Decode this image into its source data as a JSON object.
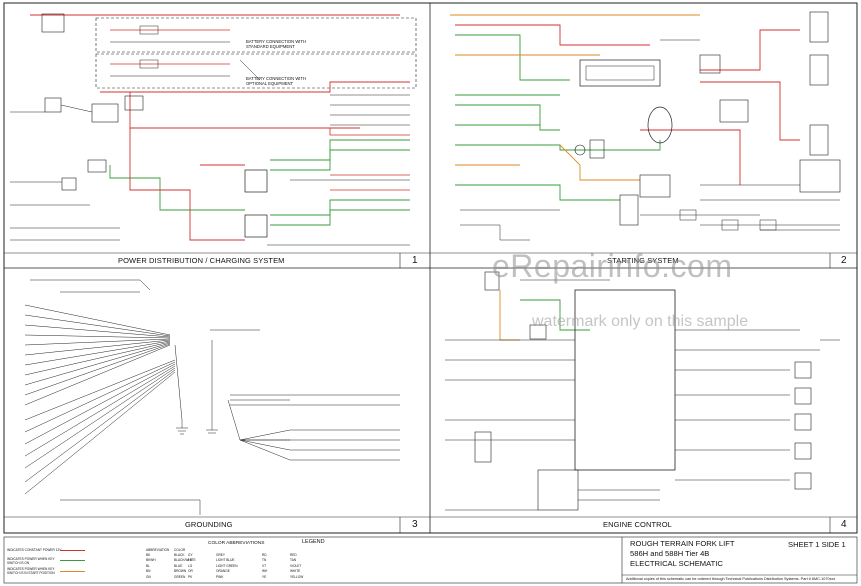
{
  "panels": {
    "p1": {
      "title": "POWER DISTRIBUTION  / CHARGING SYSTEM",
      "number": "1"
    },
    "p2": {
      "title": "STARTING SYSTEM",
      "number": "2"
    },
    "p3": {
      "title": "GROUNDING",
      "number": "3"
    },
    "p4": {
      "title": "ENGINE CONTROL",
      "number": "4"
    }
  },
  "notes": {
    "battery_standard": "BATTERY CONNECTION WITH\nSTANDARD EQUIPMENT",
    "battery_optional": "BATTERY CONNECTION WITH\nOPTIONAL EQUIPMENT"
  },
  "watermark": {
    "site": "eRepairinfo.com",
    "sample": "watermark only on this sample"
  },
  "legend": {
    "title": "LEGEND",
    "entries": [
      {
        "text": "INDICATES CONSTANT POWER 12V",
        "color": "#d0302f"
      },
      {
        "text": "INDICATES POWER WHEN KEY SWITCH IS ON",
        "color": "#3a9b3a"
      },
      {
        "text": "INDICATES POWER WHEN KEY SWITCH IS IN START POSITION",
        "color": "#e08a1e"
      }
    ]
  },
  "color_abbreviations": {
    "title": "COLOR ABBREVIATIONS",
    "header_abbr": "ABBREVIATION",
    "header_color": "COLOR",
    "col1": [
      [
        "BK",
        "BLACK"
      ],
      [
        "BKWH",
        "BLACK/WHITE"
      ],
      [
        "BL",
        "BLUE"
      ],
      [
        "BN",
        "BROWN"
      ],
      [
        "GN",
        "GREEN"
      ]
    ],
    "col2": [
      [
        "GY",
        "GREY"
      ],
      [
        "LB",
        "LIGHT BLUE"
      ],
      [
        "LG",
        "LIGHT GREEN"
      ],
      [
        "OR",
        "ORANGE"
      ],
      [
        "PK",
        "PINK"
      ]
    ],
    "col3": [
      [
        "RD",
        "RED"
      ],
      [
        "TN",
        "TAN"
      ],
      [
        "VT",
        "VIOLET"
      ],
      [
        "WH",
        "WHITE"
      ],
      [
        "YE",
        "YELLOW"
      ]
    ]
  },
  "title_block": {
    "line1": "ROUGH TERRAIN FORK LIFT",
    "line2": "586H and 588H Tier 4B",
    "line3": "ELECTRICAL SCHEMATIC",
    "sheet": "SHEET 1   SIDE 1",
    "footer": "Additional copies of this schematic can be ordered through Technical Publications Distribution Systems. Part # 6MC-1070xxx"
  },
  "colors": {
    "constant_power": "#d0302f",
    "key_on": "#3a9b3a",
    "start": "#e08a1e",
    "wire": "#1a1a1a",
    "frame": "#222222"
  }
}
